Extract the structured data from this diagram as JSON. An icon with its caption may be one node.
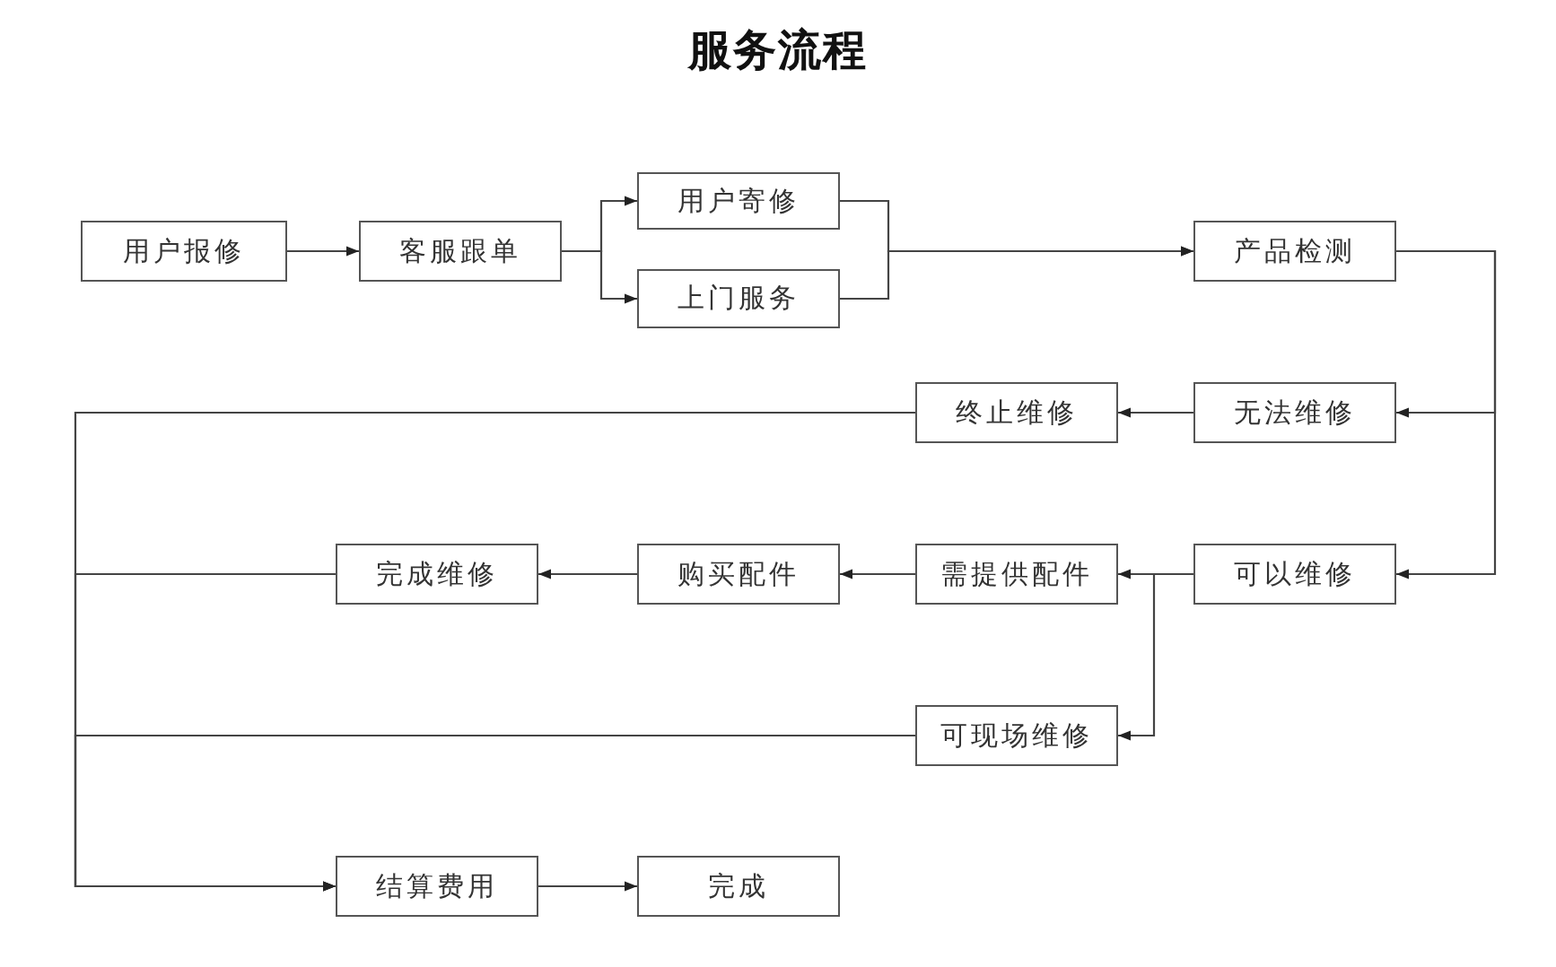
{
  "diagram": {
    "title": "服务流程",
    "nodes": [
      {
        "text": [
          "用户报修"
        ]
      },
      {
        "text": [
          "客服跟单"
        ]
      },
      {
        "text": [
          "用户寄修"
        ]
      },
      {
        "text": [
          "上门服务"
        ]
      },
      {
        "text": [
          "产品检测"
        ]
      },
      {
        "text": [
          "终止维修"
        ]
      },
      {
        "text": [
          "无法维修"
        ]
      },
      {
        "text": [
          "完成维修"
        ]
      },
      {
        "text": [
          "购买配件"
        ]
      },
      {
        "text": [
          "需提供配件"
        ]
      },
      {
        "text": [
          "可以维修"
        ]
      },
      {
        "text": [
          "可现场维修"
        ]
      },
      {
        "text": [
          "结算费用"
        ]
      },
      {
        "text": [
          "完成"
        ]
      }
    ],
    "edges": [
      {
        "from": 0,
        "to": 1,
        "arrow": "to"
      },
      {
        "from": 1,
        "to": 2,
        "arrow": "to"
      },
      {
        "from": 1,
        "to": 3,
        "arrow": "to"
      },
      {
        "from": 2,
        "to": 4,
        "arrow": "to"
      },
      {
        "from": 3,
        "to": 4,
        "arrow": "to"
      },
      {
        "from": 4,
        "to": 6,
        "arrow": "to"
      },
      {
        "from": 4,
        "to": 10,
        "arrow": "to"
      },
      {
        "from": 6,
        "to": 5,
        "arrow": "to"
      },
      {
        "from": 10,
        "to": 9,
        "arrow": "to"
      },
      {
        "from": 10,
        "to": 11,
        "arrow": "to"
      },
      {
        "from": 9,
        "to": 8,
        "arrow": "to"
      },
      {
        "from": 8,
        "to": 7,
        "arrow": "to"
      },
      {
        "from": 5,
        "to": 12,
        "arrow": "to"
      },
      {
        "from": 7,
        "to": 12,
        "arrow": "to"
      },
      {
        "from": 11,
        "to": 12,
        "arrow": "to"
      },
      {
        "from": 12,
        "to": 13,
        "arrow": "to"
      }
    ]
  }
}
